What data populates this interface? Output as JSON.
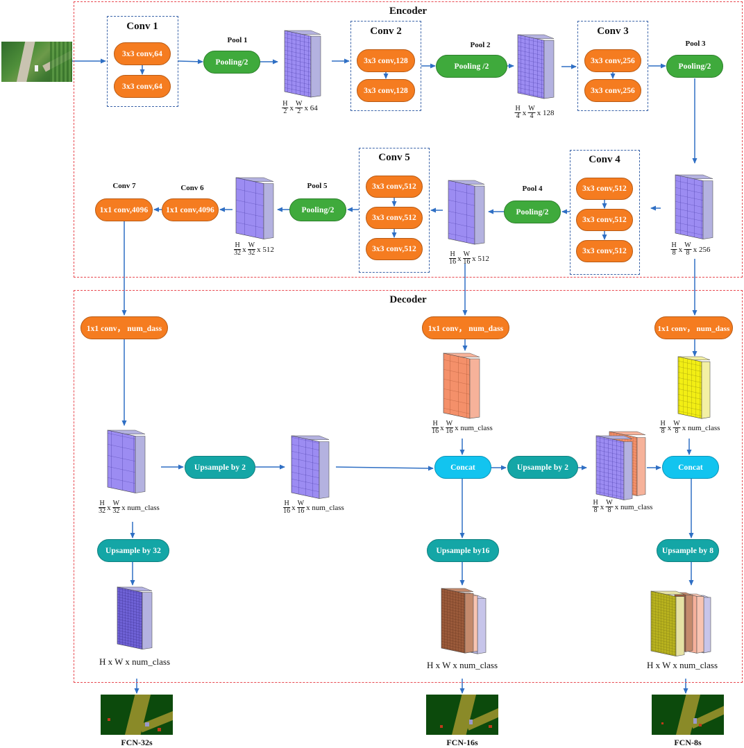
{
  "encoder_title": "Encoder",
  "decoder_title": "Decoder",
  "conv_groups": {
    "conv1": {
      "title": "Conv 1",
      "layers": [
        "3x3 conv,64",
        "3x3 conv,64"
      ]
    },
    "conv2": {
      "title": "Conv 2",
      "layers": [
        "3x3 conv,128",
        "3x3 conv,128"
      ]
    },
    "conv3": {
      "title": "Conv 3",
      "layers": [
        "3x3 conv,256",
        "3x3 conv,256"
      ]
    },
    "conv4": {
      "title": "Conv 4",
      "layers": [
        "3x3 conv,512",
        "3x3 conv,512",
        "3x3 conv,512"
      ]
    },
    "conv5": {
      "title": "Conv 5",
      "layers": [
        "3x3 conv,512",
        "3x3 conv,512",
        "3x3 conv,512"
      ]
    }
  },
  "conv6": {
    "title": "Conv 6",
    "label": "1x1 conv,4096"
  },
  "conv7": {
    "title": "Conv 7",
    "label": "1x1 conv,4096"
  },
  "pools": {
    "pool1": {
      "title": "Pool 1",
      "label": "Pooling/2"
    },
    "pool2": {
      "title": "Pool 2",
      "label": "Pooling /2"
    },
    "pool3": {
      "title": "Pool 3",
      "label": "Pooling/2"
    },
    "pool4": {
      "title": "Pool 4",
      "label": "Pooling/2"
    },
    "pool5": {
      "title": "Pool 5",
      "label": "Pooling/2"
    }
  },
  "encoder_dims": {
    "d1": {
      "num": "H",
      "den": "2",
      "num2": "W",
      "den2": "2",
      "tail": "x 64"
    },
    "d2": {
      "num": "H",
      "den": "4",
      "num2": "W",
      "den2": "4",
      "tail": "x 128"
    },
    "d3": {
      "num": "H",
      "den": "8",
      "num2": "W",
      "den2": "8",
      "tail": "x 256"
    },
    "d4": {
      "num": "H",
      "den": "16",
      "num2": "W",
      "den2": "16",
      "tail": "x 512"
    },
    "d5": {
      "num": "H",
      "den": "32",
      "num2": "W",
      "den2": "32",
      "tail": "x 512"
    }
  },
  "decoder": {
    "score_left": "1x1 conv， num_dass",
    "score_mid": "1x1 conv， num_dass",
    "score_right": "1x1 conv， num_dass",
    "upsample_by_2_a": "Upsample  by 2",
    "upsample_by_2_b": "Upsample by 2",
    "concat_mid": "Concat",
    "concat_right": "Concat",
    "upsample_32": "Upsample by 32",
    "upsample_16": "Upsample by16",
    "upsample_8": "Upsample by 8",
    "dims": {
      "d32": {
        "num": "H",
        "den": "32",
        "num2": "W",
        "den2": "32",
        "tail": "x num_class"
      },
      "d16a": {
        "num": "H",
        "den": "16",
        "num2": "W",
        "den2": "16",
        "tail": "x num_class"
      },
      "d16b": {
        "num": "H",
        "den": "16",
        "num2": "W",
        "den2": "16",
        "tail": "x num_class"
      },
      "d8a": {
        "num": "H",
        "den": "8",
        "num2": "W",
        "den2": "8",
        "tail": "x num_class"
      },
      "d8b": {
        "num": "H",
        "den": "8",
        "num2": "W",
        "den2": "8",
        "tail": "x num_class"
      }
    },
    "full_dim_left": "H  x W x num_class",
    "full_dim_mid": "H  x W x num_class",
    "full_dim_right": "H  x W x num_class"
  },
  "outputs": {
    "fcn32": "FCN-32s",
    "fcn16": "FCN-16s",
    "fcn8": "FCN-8s"
  },
  "colors": {
    "section_border": "#e8484f",
    "group_border": "#3a63a8",
    "arrow": "#2f6fc4",
    "conv_block": "#f57c20",
    "pool_block": "#3faa3c",
    "upsample_block": "#14a6a6",
    "concat_block": "#12c4ef",
    "feature_purple": "#9c8cf2",
    "feature_orange": "#f4906a",
    "feature_yellow": "#f2ee14",
    "feature_brown": "#9a5a3a",
    "feature_olive": "#b8b21e"
  }
}
